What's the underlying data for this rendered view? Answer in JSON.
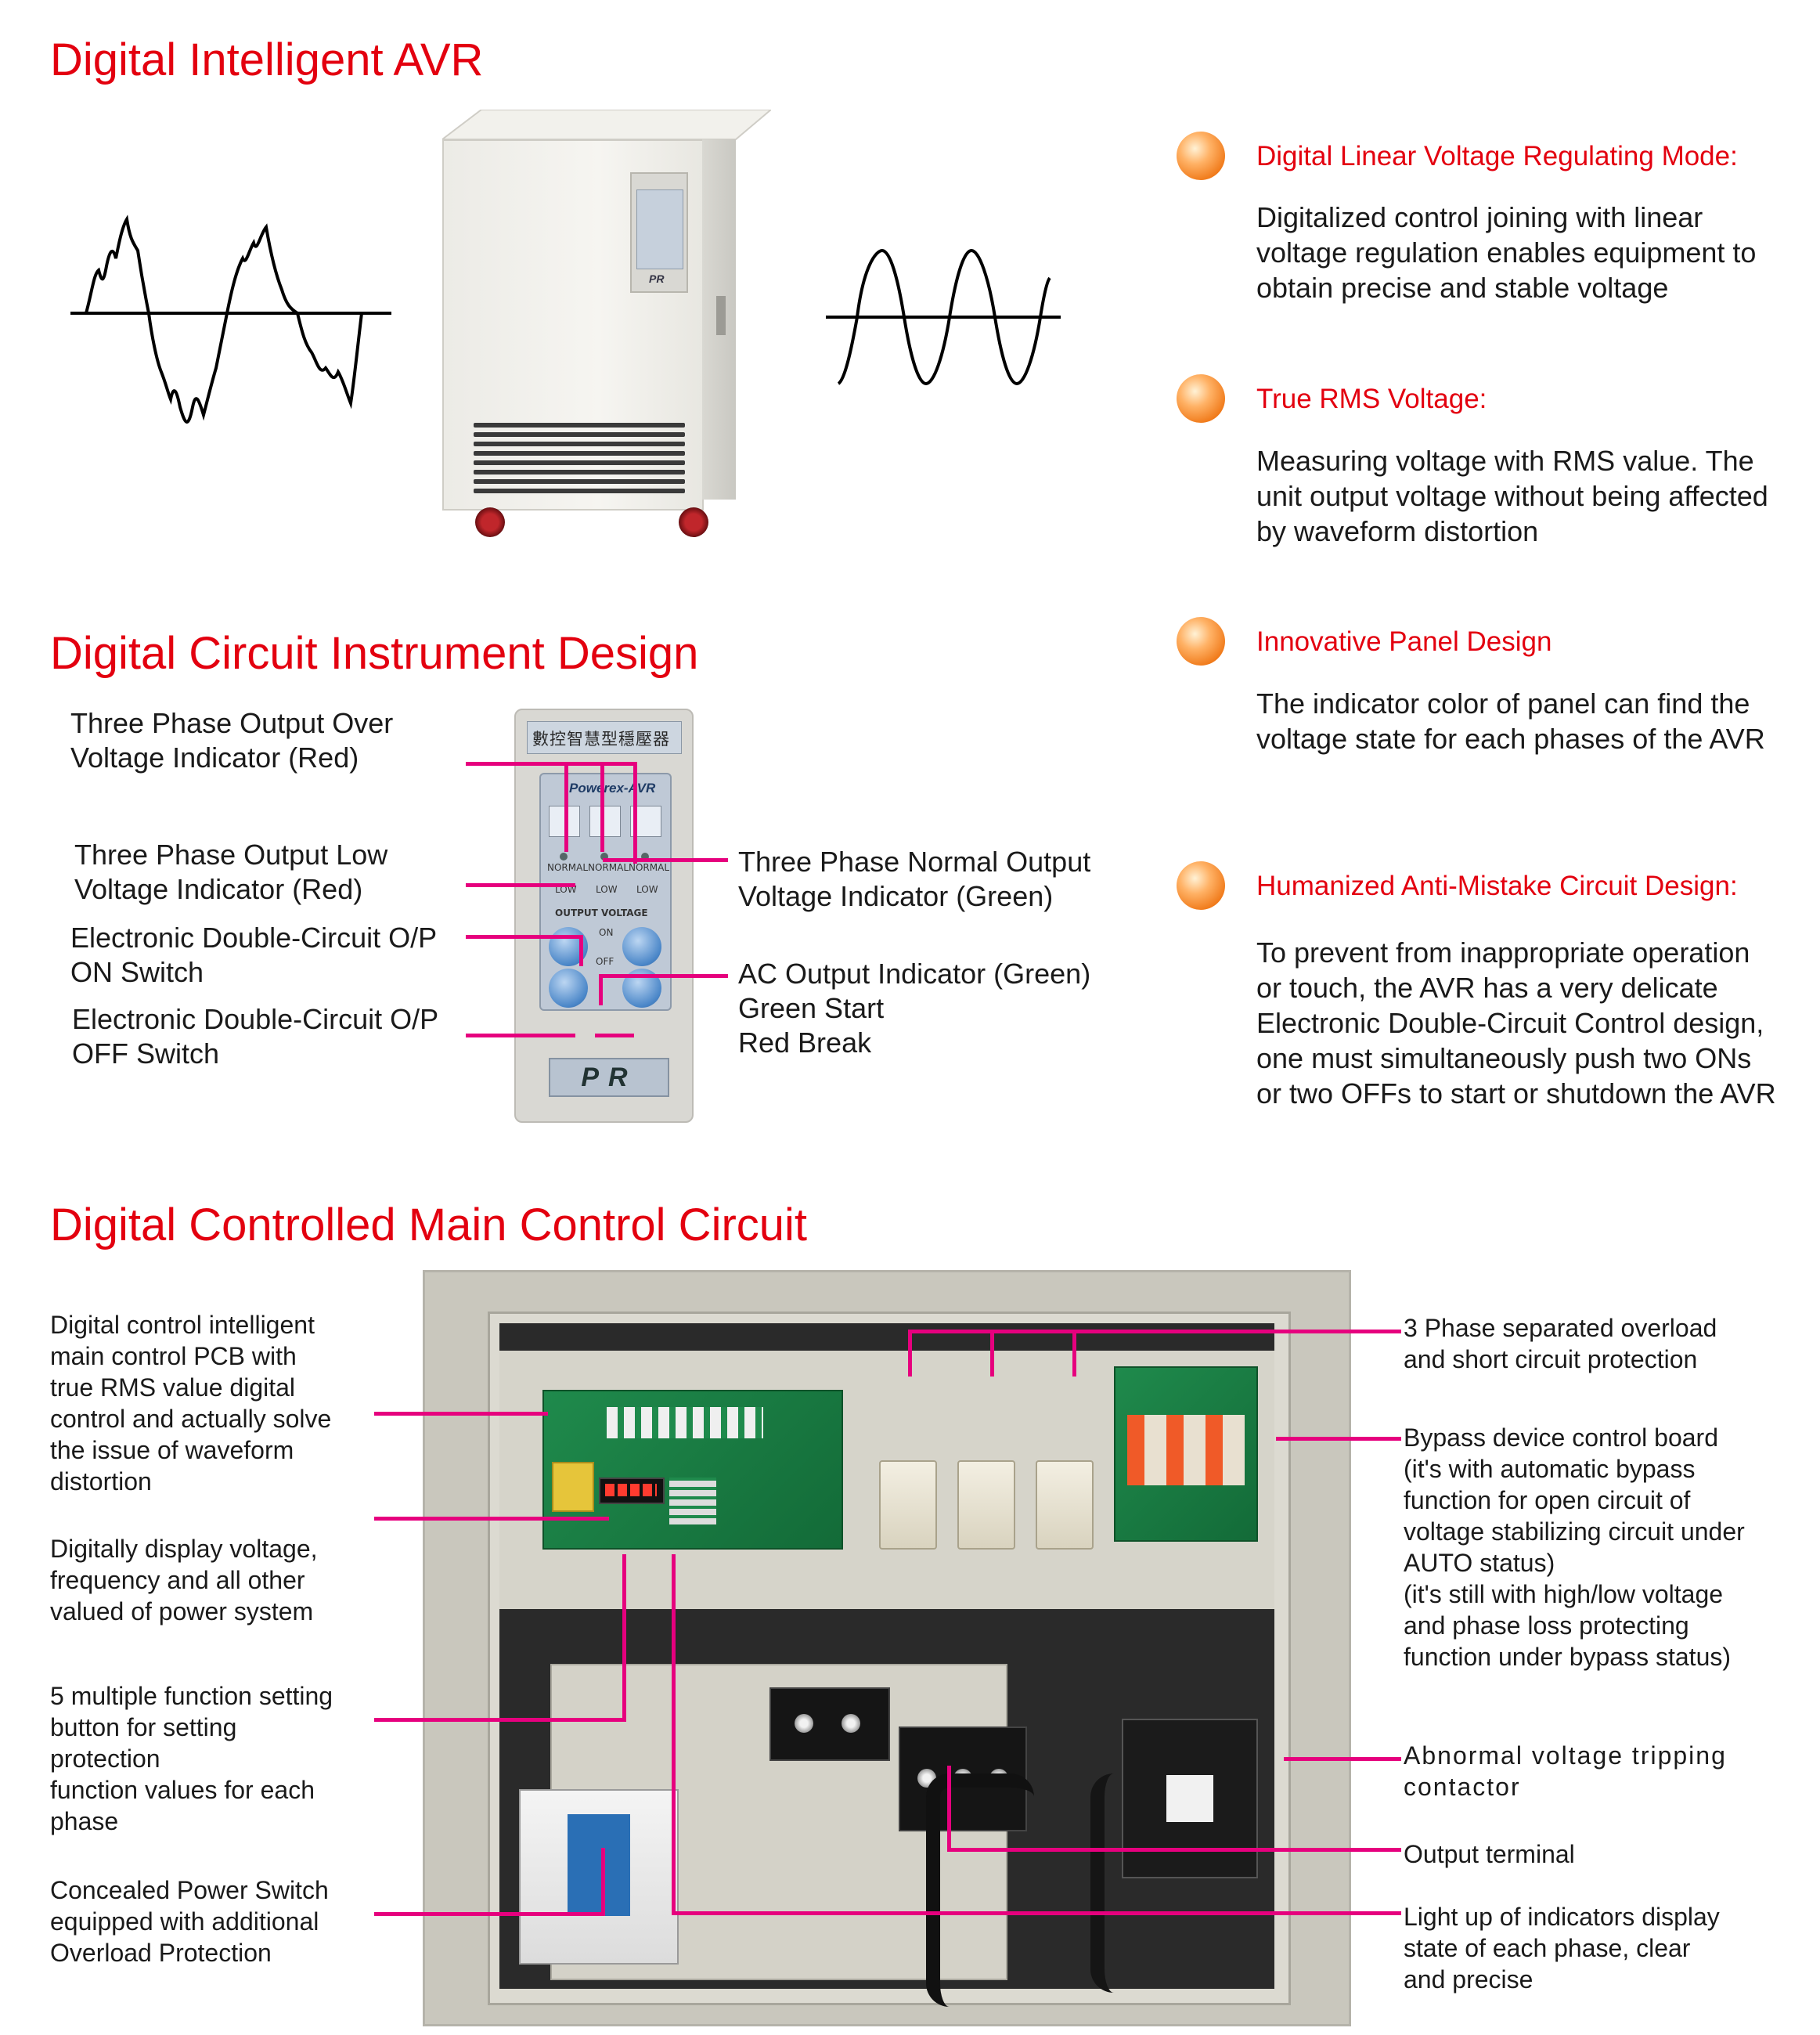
{
  "sections": {
    "avr_title": "Digital Intelligent AVR",
    "instrument_title": "Digital Circuit Instrument Design",
    "circuit_title": "Digital Controlled Main Control Circuit"
  },
  "features": [
    {
      "title": "Digital Linear Voltage Regulating Mode:",
      "desc": "Digitalized control joining with linear\nvoltage regulation enables equipment to\nobtain precise and stable voltage"
    },
    {
      "title": "True RMS Voltage:",
      "desc": "Measuring voltage with RMS value. The\nunit output voltage without being affected\nby waveform distortion"
    },
    {
      "title": "Innovative Panel Design",
      "desc": "The indicator color of panel can find the\nvoltage state for each phases of the AVR"
    },
    {
      "title": "Humanized Anti-Mistake Circuit Design:",
      "desc": "To prevent from inappropriate operation\nor touch, the AVR has a very delicate\nElectronic Double-Circuit Control design,\none must simultaneously push two ONs\nor two OFFs to start or shutdown the AVR"
    }
  ],
  "panel_labels": {
    "over_voltage": "Three Phase Output Over\nVoltage Indicator  (Red)",
    "low_voltage": "Three Phase Output Low\nVoltage Indicator (Red)",
    "on_switch": "Electronic Double-Circuit O/P\nON Switch",
    "off_switch": "Electronic Double-Circuit O/P\nOFF Switch",
    "normal_voltage": "Three Phase Normal Output\nVoltage Indicator (Green)",
    "ac_output": "AC Output Indicator (Green)\nGreen Start\nRed Break"
  },
  "panel_device": {
    "header_chars": "數控智慧型穩壓器",
    "brand": "Powerex-AVR",
    "normal": "NORMAL",
    "low": "LOW",
    "output_voltage": "OUTPUT VOLTAGE",
    "on": "ON",
    "off": "OFF",
    "badge": "PR"
  },
  "cabinet": {
    "badge": "PR"
  },
  "circuit_labels_left": [
    "Digital control intelligent\nmain control PCB with\ntrue RMS value digital\ncontrol and actually solve\nthe  issue  of  waveform\ndistortion",
    "Digitally display voltage,\nfrequency and all other\nvalued of power system",
    "5 multiple function setting\nbutton for setting protection\nfunction values for each\nphase",
    "Concealed Power Switch\nequipped with additional\nOverload Protection"
  ],
  "circuit_labels_right": [
    "3 Phase separated overload\nand short circuit protection",
    "Bypass device control board\n(it's with automatic bypass\nfunction for open circuit of\nvoltage stabilizing circuit under\nAUTO status)\n(it's still with high/low voltage\nand phase loss protecting\nfunction under bypass status)",
    "Abnormal voltage tripping\ncontactor",
    "Output terminal",
    "Light up of indicators display\nstate of each phase, clear\nand precise"
  ],
  "colors": {
    "title_red": "#e3000f",
    "leader_pink": "#e6007e",
    "bullet_orange": "#f07a1a",
    "pcb_green": "#1f8a4c"
  }
}
